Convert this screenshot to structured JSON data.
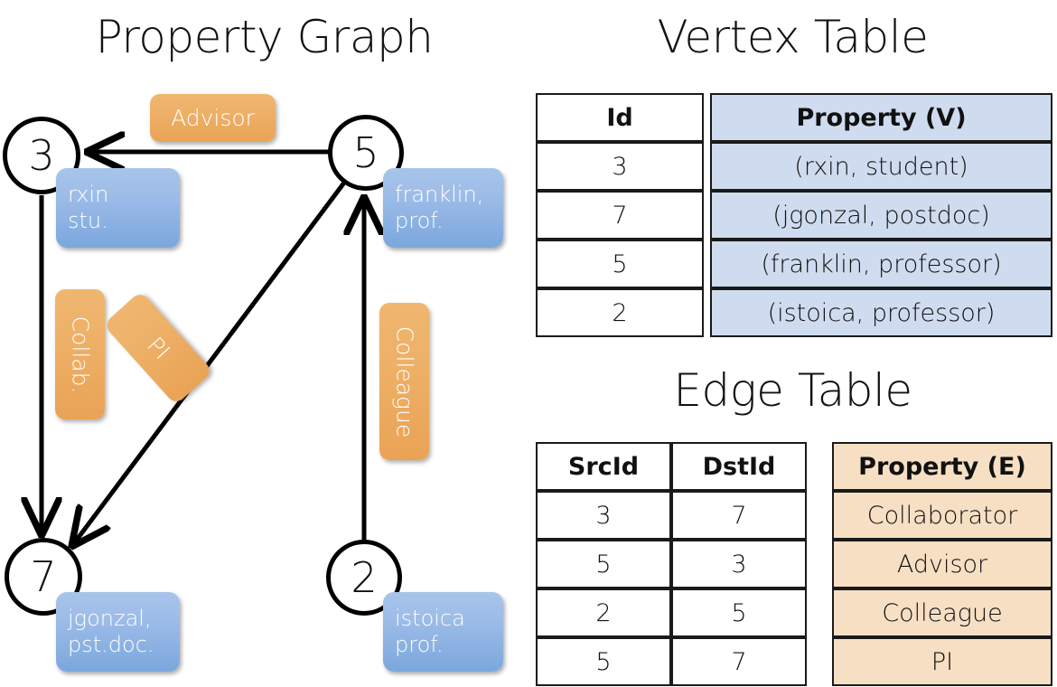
{
  "titles": {
    "property_graph": "Property Graph",
    "vertex_table": "Vertex Table",
    "edge_table": "Edge Table"
  },
  "graph": {
    "nodes": [
      {
        "id": "3",
        "label": "3",
        "property_lines": [
          "rxin",
          "stu."
        ]
      },
      {
        "id": "5",
        "label": "5",
        "property_lines": [
          "franklin,",
          "prof."
        ]
      },
      {
        "id": "7",
        "label": "7",
        "property_lines": [
          "jgonzal,",
          "pst.doc."
        ]
      },
      {
        "id": "2",
        "label": "2",
        "property_lines": [
          "istoica",
          "prof."
        ]
      }
    ],
    "edge_labels": [
      {
        "name": "advisor",
        "text": "Advisor",
        "orientation": "horizontal"
      },
      {
        "name": "collab",
        "text": "Collab.",
        "orientation": "vertical"
      },
      {
        "name": "pi",
        "text": "PI",
        "orientation": "vertical-rotated"
      },
      {
        "name": "colleague",
        "text": "Colleague",
        "orientation": "vertical"
      }
    ],
    "edges": [
      {
        "from": "5",
        "to": "3",
        "label": "Advisor"
      },
      {
        "from": "3",
        "to": "7",
        "label": "Collab."
      },
      {
        "from": "5",
        "to": "7",
        "label": "PI"
      },
      {
        "from": "2",
        "to": "5",
        "label": "Colleague"
      }
    ]
  },
  "vertex_table": {
    "headers": {
      "id": "Id",
      "property": "Property (V)"
    },
    "rows": [
      {
        "id": "3",
        "property": "(rxin, student)"
      },
      {
        "id": "7",
        "property": "(jgonzal, postdoc)"
      },
      {
        "id": "5",
        "property": "(franklin, professor)"
      },
      {
        "id": "2",
        "property": "(istoica, professor)"
      }
    ]
  },
  "edge_table": {
    "headers": {
      "src": "SrcId",
      "dst": "DstId",
      "property": "Property (E)"
    },
    "rows": [
      {
        "src": "3",
        "dst": "7",
        "property": "Collaborator"
      },
      {
        "src": "5",
        "dst": "3",
        "property": "Advisor"
      },
      {
        "src": "2",
        "dst": "5",
        "property": "Colleague"
      },
      {
        "src": "5",
        "dst": "7",
        "property": "PI"
      }
    ]
  },
  "colors": {
    "vertex_property_fill": "#cfdcef",
    "edge_property_fill": "#f7dfc4",
    "node_property_box": "#8eb3e3",
    "edge_label_box": "#eeae63",
    "stroke": "#000000"
  }
}
